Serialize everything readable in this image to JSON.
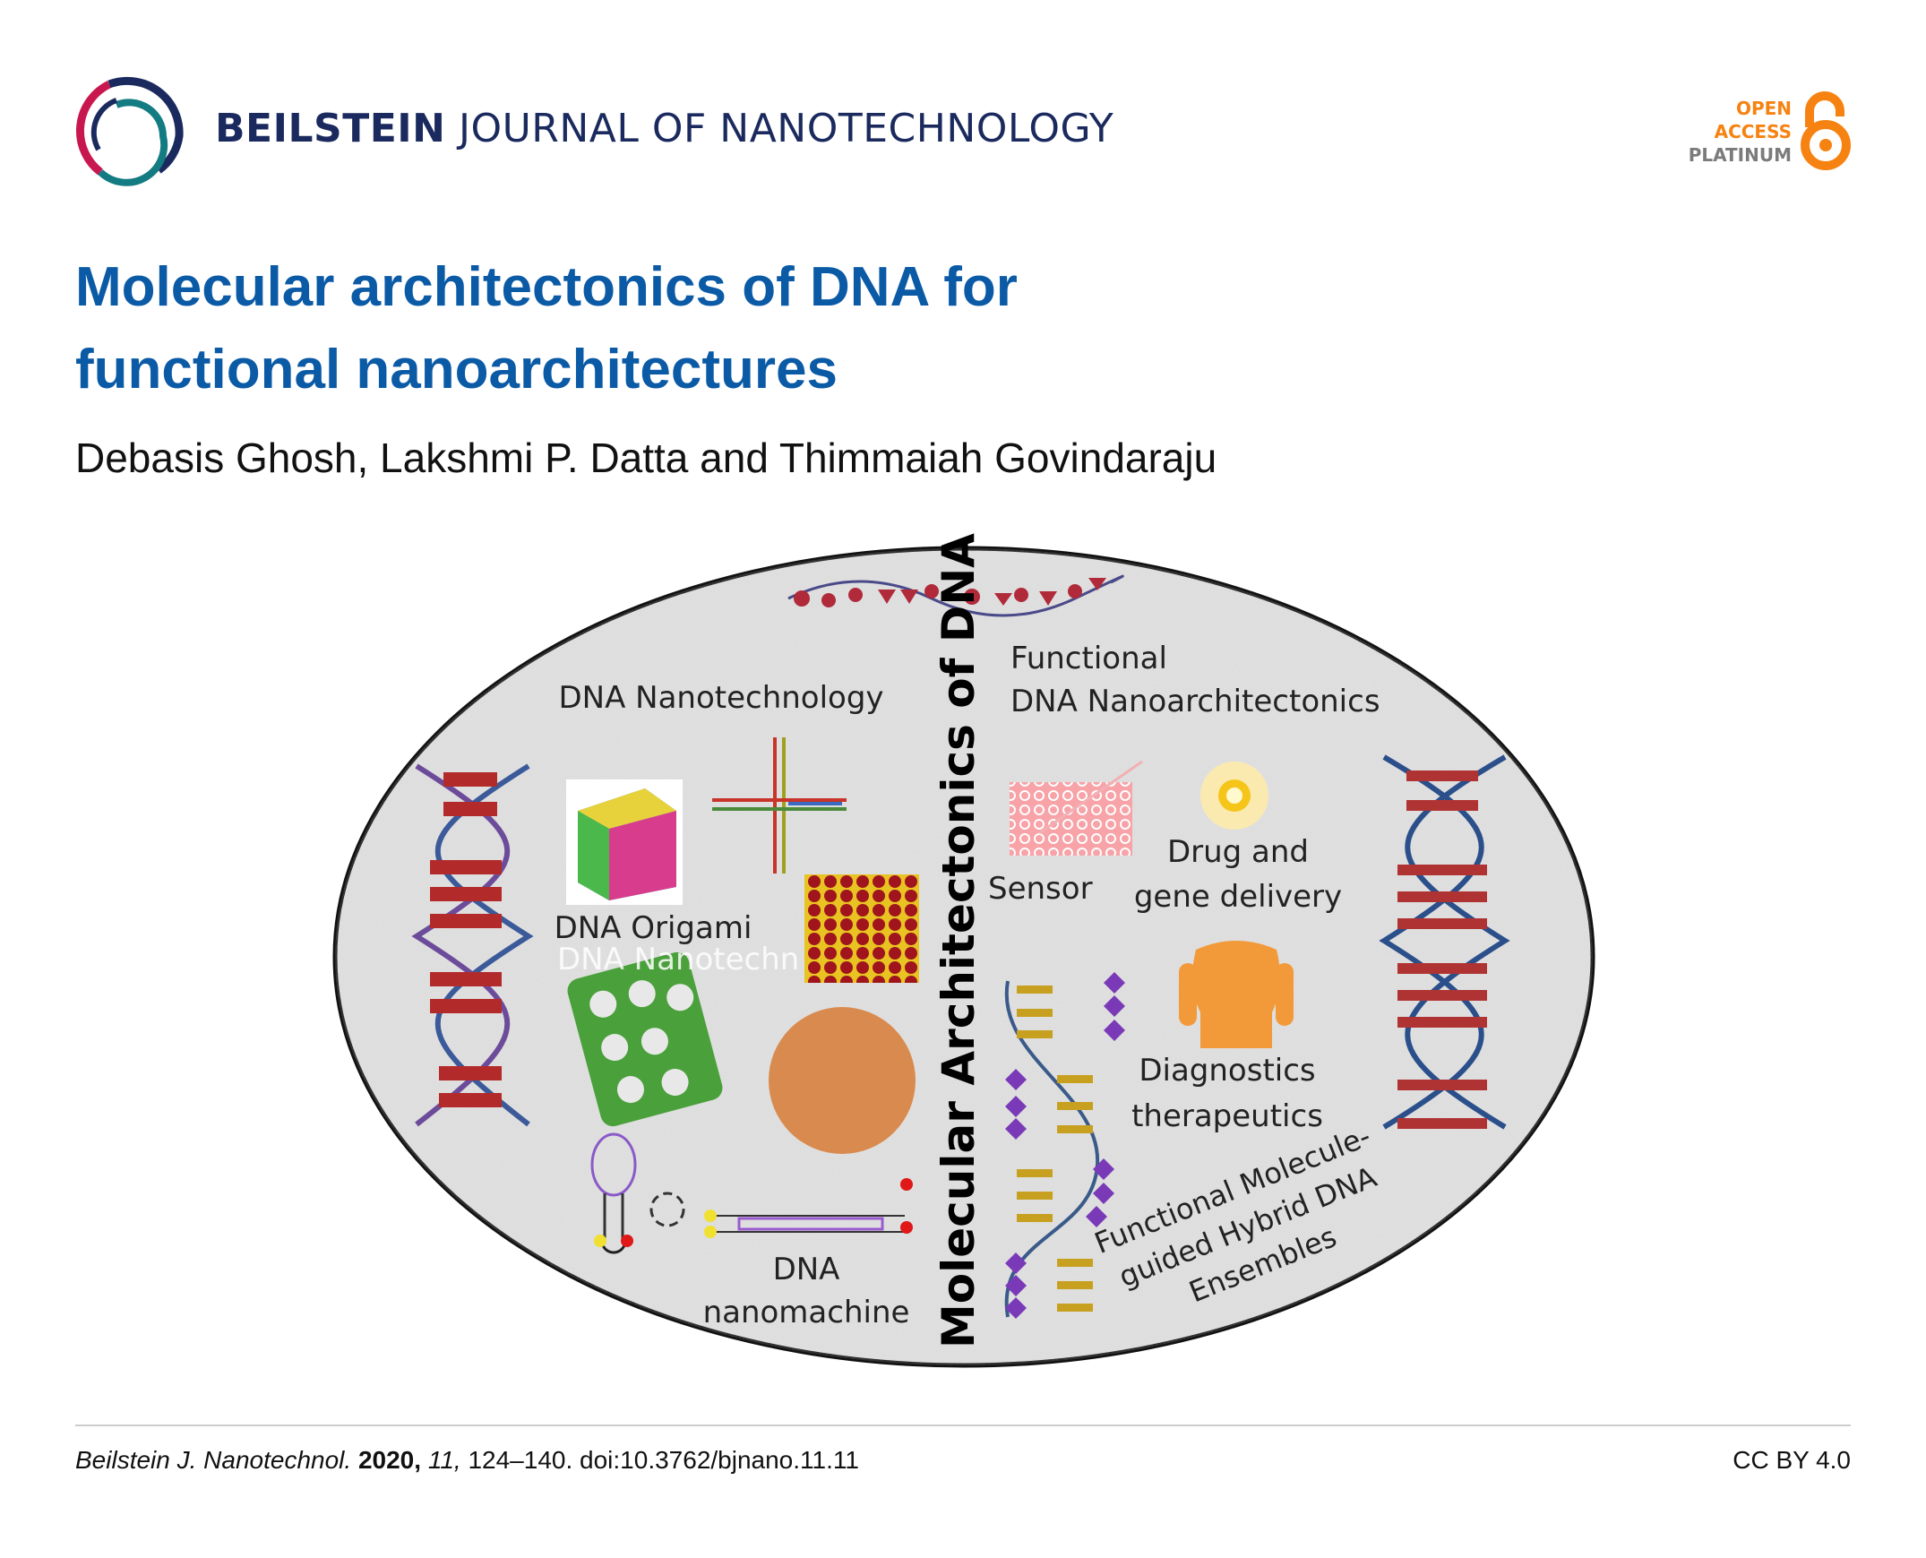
{
  "header": {
    "journal_bold": "BEILSTEIN",
    "journal_rest": "JOURNAL OF NANOTECHNOLOGY",
    "open_access": [
      "OPEN",
      "ACCESS",
      "PLATINUM"
    ],
    "colors": {
      "navy": "#1b2a5e",
      "crimson": "#c8174f",
      "teal": "#137b82",
      "orange": "#f68212",
      "title_blue": "#0b5aa6"
    }
  },
  "article": {
    "title_line1": "Molecular architectonics of DNA for",
    "title_line2": "functional nanoarchitectures",
    "authors": "Debasis Ghosh, Lakshmi P. Datta and Thimmaiah Govindaraju"
  },
  "figure": {
    "center_label": "Molecular Architectonics of DNA",
    "dna_nanotechnology": "DNA Nanotechnology",
    "functional_line1": "Functional",
    "functional_line2": "DNA Nanoarchitectonics",
    "dna_origami": "DNA Origami",
    "watermark": "DNA Nanotechn",
    "sensor": "Sensor",
    "drug_line1": "Drug and",
    "drug_line2": "gene delivery",
    "diag_line1": "Diagnostics",
    "diag_line2": "therapeutics",
    "hybrid_line1": "Functional Molecule-",
    "hybrid_line2": "guided Hybrid DNA",
    "hybrid_line3": "Ensembles",
    "nanomachine_line1": "DNA",
    "nanomachine_line2": "nanomachine"
  },
  "footer": {
    "journal_abbrev": "Beilstein J. Nanotechnol.",
    "year": "2020,",
    "volume": "11,",
    "pages_doi": "124–140. doi:10.3762/bjnano.11.11",
    "license": "CC BY 4.0"
  }
}
